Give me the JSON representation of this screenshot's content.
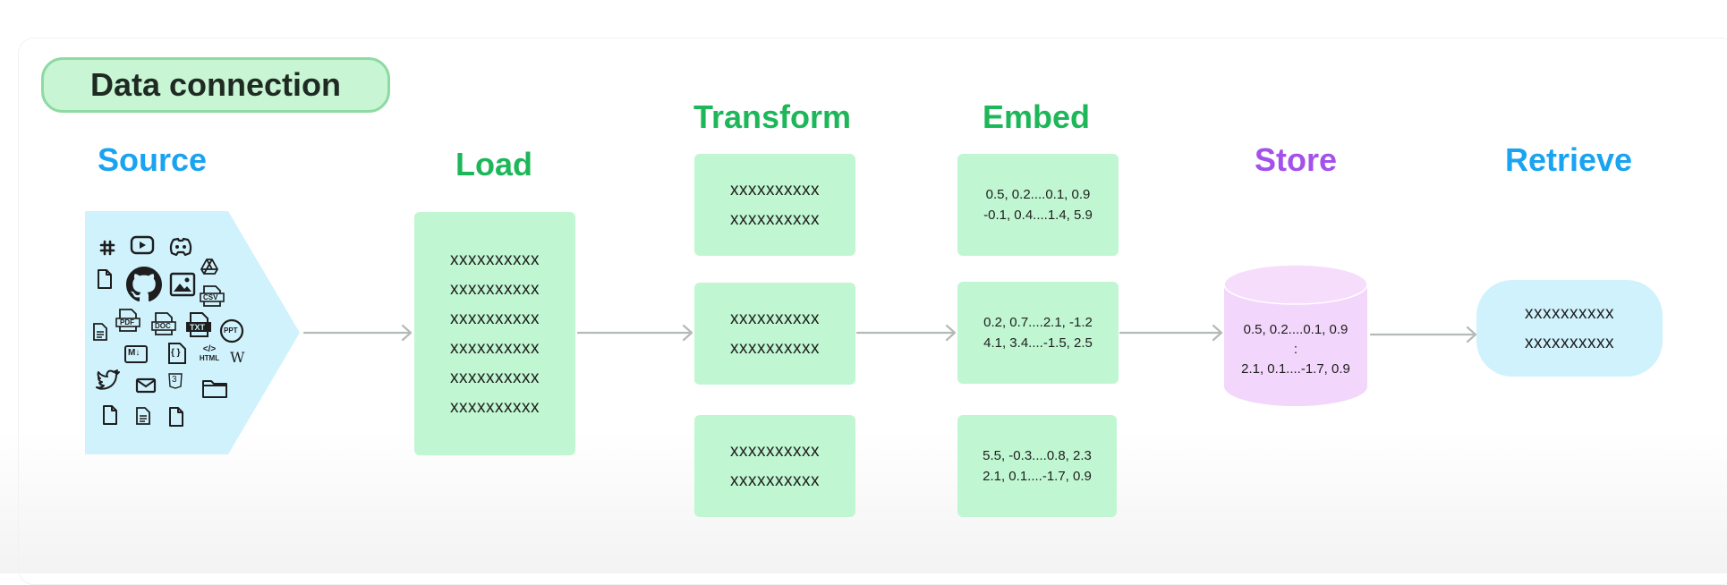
{
  "badge": {
    "label": "Data connection"
  },
  "stages": {
    "source": "Source",
    "load": "Load",
    "transform": "Transform",
    "embed": "Embed",
    "store": "Store",
    "retrieve": "Retrieve"
  },
  "source_icons": {
    "slack": "slack-icon",
    "youtube": "youtube-icon",
    "discord": "discord-icon",
    "drive": "google-drive-icon",
    "file": "file-icon",
    "github": "github-icon",
    "image": "image-icon",
    "csv": "CSV",
    "pdf": "PDF",
    "doc": "DOC",
    "txt": "TXT",
    "ppt": "PPT",
    "md": "M↓",
    "code": "{ }",
    "html": "HTML",
    "wiki": "W",
    "twitter": "twitter-icon",
    "mail": "mail-icon",
    "css": "3",
    "folder": "folder-icon"
  },
  "load": {
    "lines": [
      "xxxxxxxxxx",
      "xxxxxxxxxx",
      "xxxxxxxxxx",
      "xxxxxxxxxx",
      "xxxxxxxxxx",
      "xxxxxxxxxx"
    ]
  },
  "transform": [
    {
      "lines": [
        "xxxxxxxxxx",
        "xxxxxxxxxx"
      ]
    },
    {
      "lines": [
        "xxxxxxxxxx",
        "xxxxxxxxxx"
      ]
    },
    {
      "lines": [
        "xxxxxxxxxx",
        "xxxxxxxxxx"
      ]
    }
  ],
  "embed": [
    {
      "lines": [
        "0.5, 0.2....0.1, 0.9",
        "-0.1, 0.4....1.4, 5.9"
      ]
    },
    {
      "lines": [
        "0.2, 0.7....2.1, -1.2",
        "4.1, 3.4....-1.5, 2.5"
      ]
    },
    {
      "lines": [
        "5.5, -0.3....0.8, 2.3",
        "2.1, 0.1....-1.7, 0.9"
      ]
    }
  ],
  "store": {
    "lines": [
      "0.5, 0.2....0.1, 0.9",
      ":",
      "2.1, 0.1....-1.7, 0.9"
    ]
  },
  "retrieve": {
    "lines": [
      "xxxxxxxxxx",
      "xxxxxxxxxx"
    ]
  },
  "colors": {
    "blue": "#1aa3f0",
    "green": "#1db75a",
    "purple": "#a451ec",
    "green_box": "#c0f7d2",
    "source_fill": "#cff2fd",
    "store_fill": "#f2d6fb",
    "arrow": "#b4bab6"
  }
}
